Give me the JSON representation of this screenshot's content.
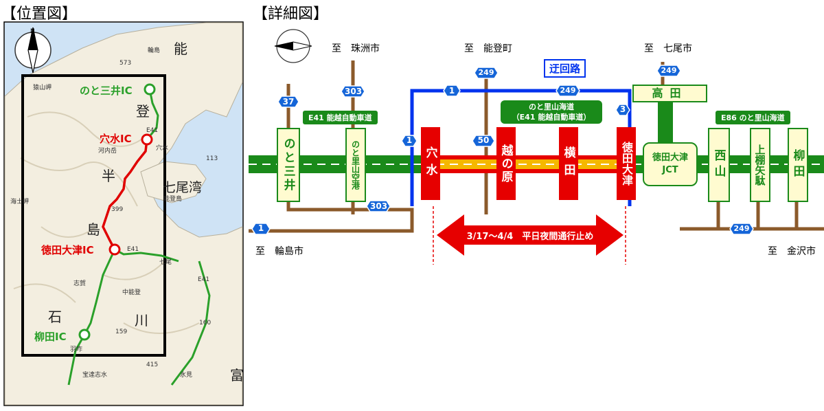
{
  "headers": {
    "location_map": "【位置図】",
    "detail_map": "【詳細図】"
  },
  "location_map": {
    "ic_labels": {
      "noto_mii": "のと三井IC",
      "anamizu": "穴水IC",
      "tokuda_otsu": "徳田大津IC",
      "yanagida": "柳田IC"
    },
    "region_labels": {
      "noto1": "能",
      "noto2": "登",
      "peninsula1": "半",
      "peninsula2": "島",
      "bay": "七尾湾",
      "ishi": "石",
      "kawa": "川",
      "toyama": "富"
    },
    "small_labels": {
      "wajima": "輪島",
      "saruyama": "猿山岬",
      "umi": "海士岬",
      "kawachi": "河内岳",
      "elev399": "399",
      "elev573": "573",
      "anamizu_town": "穴水",
      "notojima": "能登島",
      "nanao": "七尾",
      "shika": "志賀",
      "nakanoto": "中能登",
      "hakui": "羽咋",
      "hodatsu": "宝達志水",
      "himi": "氷見",
      "e41_a": "E41",
      "e41_b": "E41",
      "e41_c": "E41",
      "r159": "159",
      "r160": "160",
      "r415": "415",
      "r113": "113"
    },
    "colors": {
      "reopened_route": "#e00000",
      "open_route": "#2aa02a",
      "frame": "#000000"
    }
  },
  "detail_map": {
    "directions": {
      "suzu": "至　珠洲市",
      "noto_town": "至　能登町",
      "nanao": "至　七尾市",
      "wajima": "至　輪島市",
      "kanazawa": "至　金沢市"
    },
    "detour_label": "迂回路",
    "expressway_labels": {
      "e41_noetsu": "E41 能越自動車道",
      "satoyama_line1": "のと里山海道",
      "satoyama_line2": "（E41 能越自動車道）",
      "e86": "E86 のと里山海道"
    },
    "interchanges_green": {
      "noto_mii": "のと三井",
      "noto_airport": "のと里山空港",
      "nishiyama": "西山",
      "kamitanayazuma": "上棚矢駄",
      "yanagida": "柳田",
      "takada": "高田",
      "junction_line1": "徳田大津",
      "junction_line2": "JCT"
    },
    "interchanges_red": {
      "anamizu": "穴水",
      "koshinohara": "越の原",
      "yokota": "横田",
      "tokuda_otsu": "徳田大津"
    },
    "route_numbers": {
      "r37": "37",
      "r303_top": "303",
      "r303_bottom": "303",
      "r249_top": "249",
      "r249_detour": "249",
      "r249_right": "249",
      "r249_bottom": "249",
      "r1_left": "1",
      "r1_detour_top": "1",
      "r1_detour_left": "1",
      "r50": "50",
      "r3": "3"
    },
    "closure_text": "3/17～4/4　平日夜間通行止め",
    "colors": {
      "expressway": "#1a8a1a",
      "closed_section": "#f5b800",
      "closed_ic": "#e60000",
      "detour": "#0033ee",
      "local_road": "#8b5a2b",
      "ic_box": "#fffbd0",
      "route_shield": "#1565d8"
    }
  }
}
